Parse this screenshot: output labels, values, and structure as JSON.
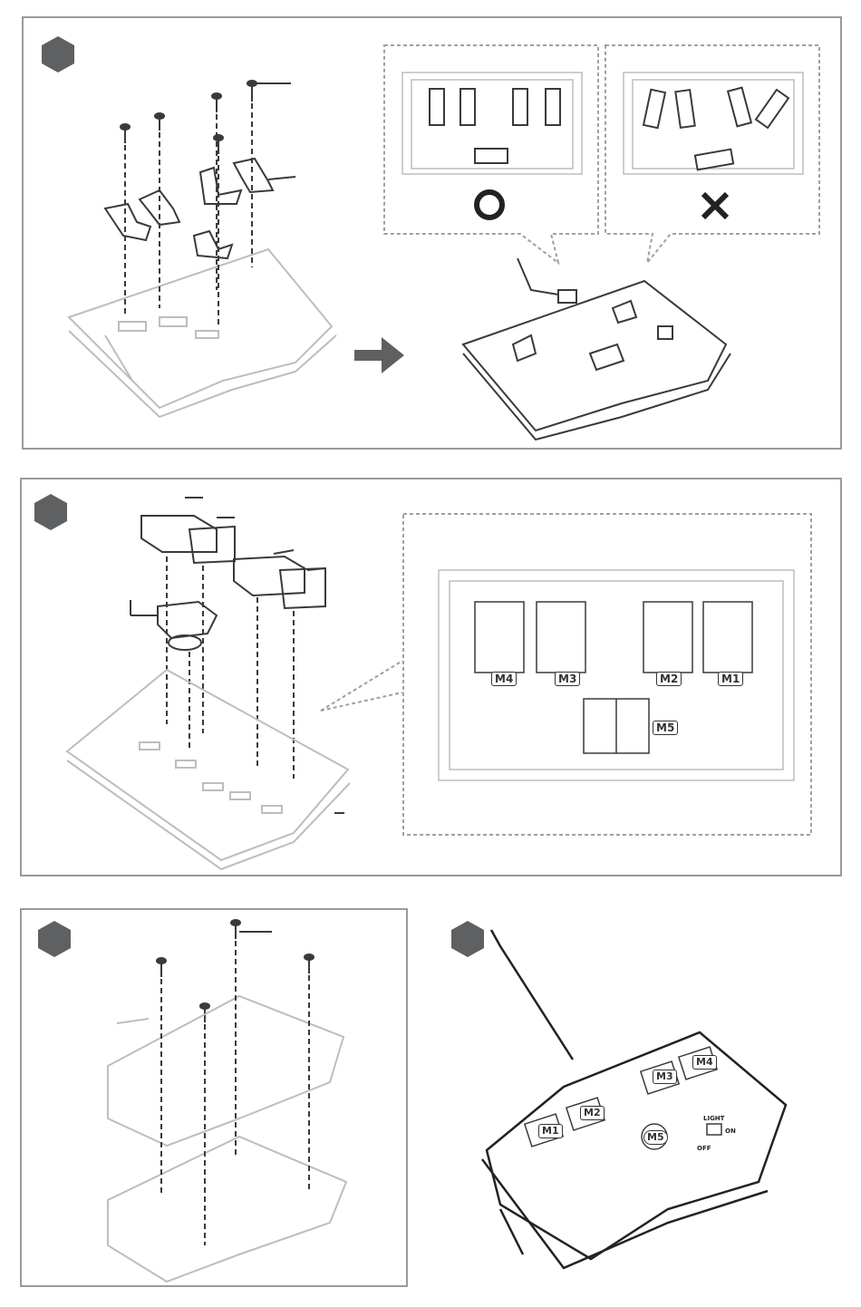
{
  "module_labels": {
    "m1": "M1",
    "m2": "M2",
    "m3": "M3",
    "m4": "M4",
    "m5": "M5"
  },
  "switch": {
    "light": "LIGHT",
    "off": "OFF",
    "on": "ON"
  },
  "colors": {
    "step_badge": "#5f6062",
    "line_art": "#3a3a3a",
    "ghost_art": "#bdbdbd",
    "panel_border": "#9a9a9a",
    "dashed_box": "#a0a0a0"
  },
  "icons": {
    "correct": "circle-correct-icon",
    "incorrect": "cross-incorrect-icon",
    "next": "arrow-right-icon"
  }
}
